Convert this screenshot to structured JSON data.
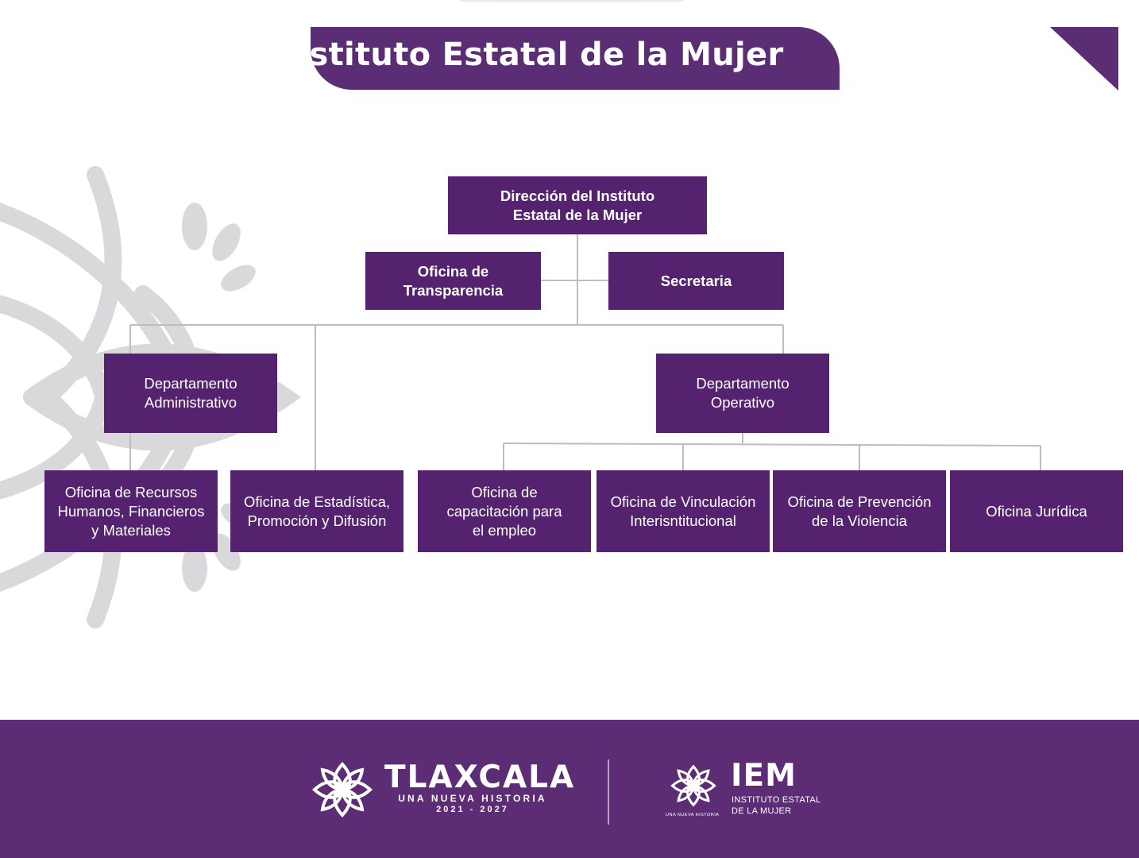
{
  "header": {
    "title": "Instituto Estatal de la Mujer"
  },
  "org_chart": {
    "director": [
      "Dirección del Instituto",
      "Estatal de la Mujer"
    ],
    "staff_left": [
      "Oficina de",
      "Transparencia"
    ],
    "staff_right": [
      "Secretaria"
    ],
    "dept_admin": [
      "Departamento",
      "Administrativo"
    ],
    "dept_operativo": [
      "Departamento",
      "Operativo"
    ],
    "units": {
      "recursos": [
        "Oficina de Recursos",
        "Humanos, Financieros",
        "y Materiales"
      ],
      "estadistica": [
        "Oficina de Estadística,",
        "Promoción y Difusión"
      ],
      "capacitacion": [
        "Oficina de",
        "capacitación para",
        "el empleo"
      ],
      "vinculacion": [
        "Oficina de Vinculación",
        "Interisntitucional"
      ],
      "prevencion": [
        "Oficina de Prevención",
        "de la Violencia"
      ],
      "juridica": [
        "Oficina Jurídica"
      ]
    }
  },
  "footer": {
    "tlaxcala_title": "TLAXCALA",
    "tlaxcala_subtitle": "UNA NUEVA HISTORIA",
    "tlaxcala_years": "2021 - 2027",
    "iem_title": "IEM",
    "iem_line1": "INSTITUTO ESTATAL",
    "iem_line2": "DE LA MUJER",
    "iem_tagline": "UNA NUEVA HISTORIA"
  },
  "colors": {
    "brand_purple": "#55226f",
    "banner_purple": "#5a2d74",
    "footer_purple": "#5c2d74",
    "connector_gray": "#bdbdbd",
    "ornament_gray": "#d9d9db"
  }
}
